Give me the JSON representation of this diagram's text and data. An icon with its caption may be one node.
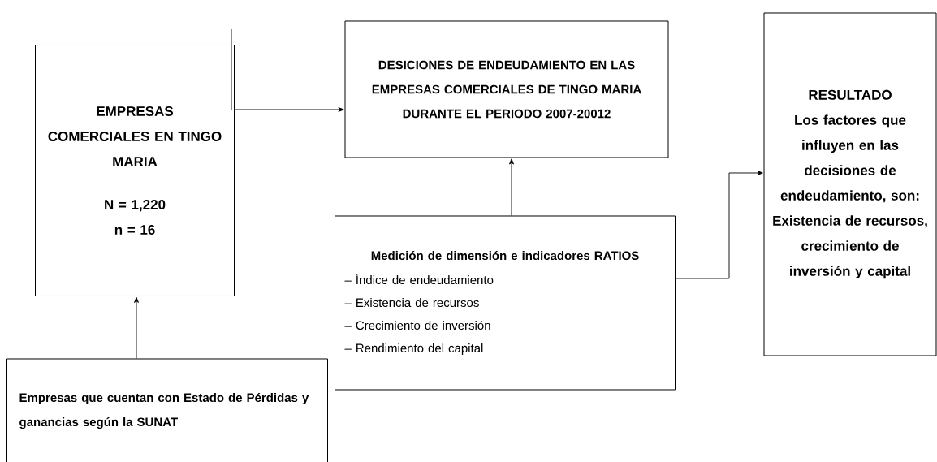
{
  "diagram": {
    "nodes": [
      {
        "text": [
          "EMPRESAS COMERCIALES EN TINGO MARIA",
          "N = 1,220",
          "n = 16"
        ]
      },
      {
        "text": [
          "DESICIONES DE ENDEUDAMIENTO EN LAS EMPRESAS COMERCIALES DE TINGO MARIA DURANTE EL PERIODO 2007-20012"
        ]
      },
      {
        "text": [
          "Medición de dimensión e indicadores RATIOS",
          "– Índice de endeudamiento",
          "– Existencia de recursos",
          "–  Crecimiento de inversión",
          "– Rendimiento del capital"
        ]
      },
      {
        "text": [
          "RESULTADO",
          "Los factores que influyen en las decisiones de endeudamiento, son: Existencia de recursos, crecimiento de inversión y capital"
        ]
      },
      {
        "text": [
          "Empresas que cuentan con Estado de Pérdidas y ganancias según la SUNAT"
        ]
      }
    ],
    "edges": [
      {
        "from": 0,
        "to": 1,
        "arrow": "to"
      },
      {
        "from": 2,
        "to": 1,
        "arrow": "to"
      },
      {
        "from": 4,
        "to": 0,
        "arrow": "to"
      },
      {
        "from": 2,
        "to": 3,
        "arrow": "to"
      }
    ]
  }
}
